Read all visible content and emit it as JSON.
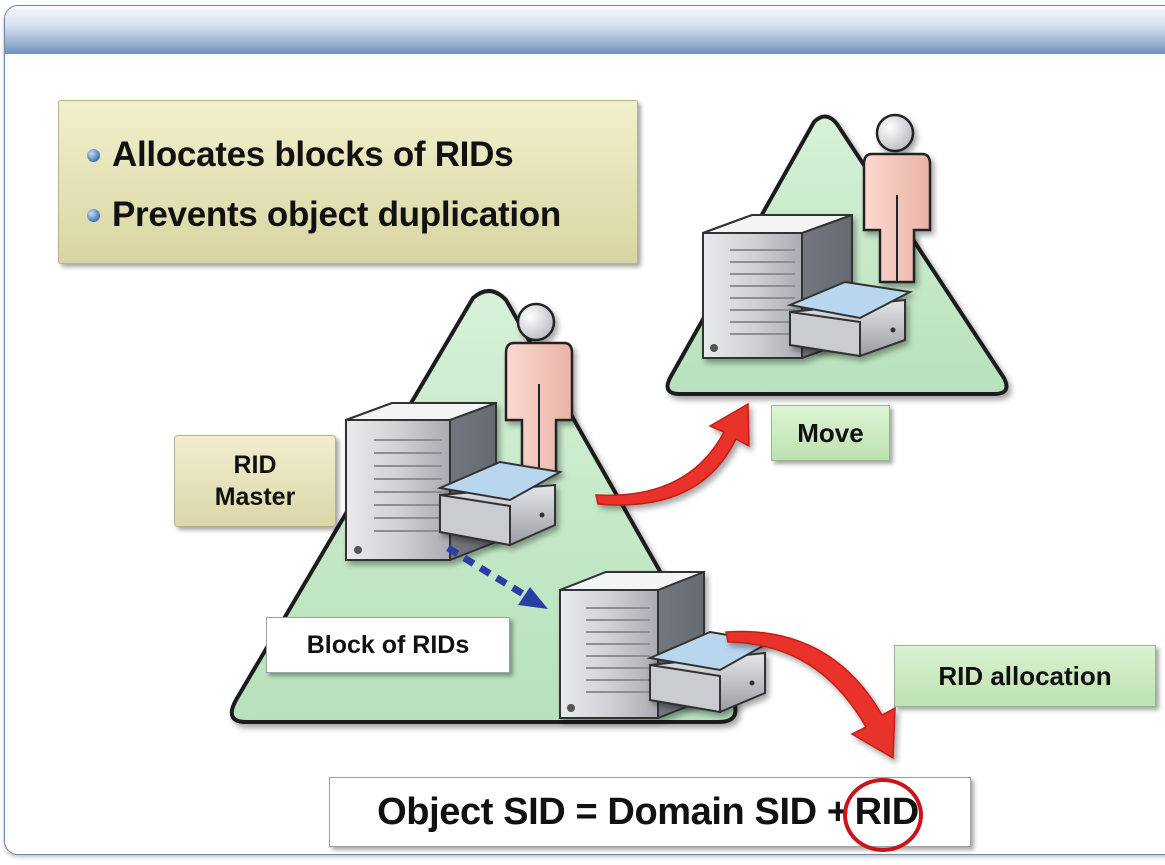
{
  "bullets": [
    "Allocates blocks of RIDs",
    "Prevents object duplication"
  ],
  "labels": {
    "rid_master_line1": "RID",
    "rid_master_line2": "Master",
    "move": "Move",
    "block_of_rids": "Block of RIDs",
    "rid_allocation": "RID allocation"
  },
  "formula": {
    "prefix": "Object SID = Domain SID +",
    "highlight": "RID"
  },
  "colors": {
    "triangle_fill": "#bfe6c4",
    "arrow_red": "#e8322b",
    "dotted_arrow": "#2a3fa6",
    "highlight_circle": "#c8141a",
    "title_bar": "#7d9cc5"
  },
  "icons": [
    "server-icon",
    "user-icon",
    "directory-database-icon"
  ]
}
